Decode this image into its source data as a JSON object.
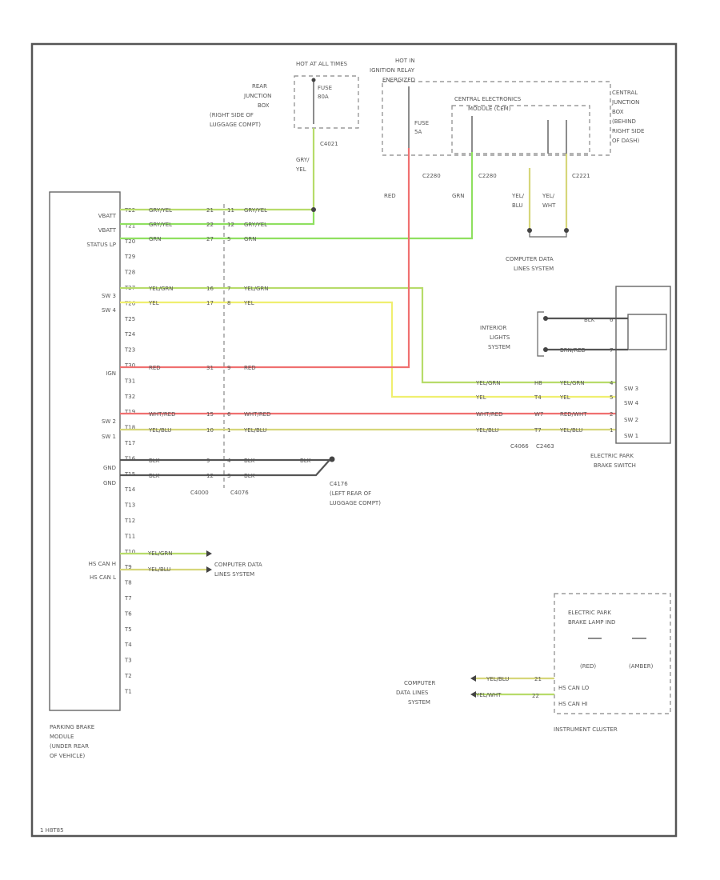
{
  "footer_code": "1 H8T85",
  "power": {
    "hot_at_all_times": "HOT AT ALL TIMES",
    "fuse_label_1": "FUSE",
    "fuse_rating_1": "80A",
    "rear_junction_box": [
      "REAR",
      "JUNCTION",
      "BOX",
      "(RIGHT SIDE OF",
      "LUGGAGE COMPT)"
    ],
    "connector_c4021": "C4021",
    "wire_gryel": [
      "GRY/",
      "YEL"
    ],
    "hot_in_ignition": [
      "HOT IN",
      "IGNITION RELAY",
      "ENERGIZED"
    ],
    "fuse_label_2": "FUSE",
    "fuse_rating_2": "5A",
    "wire_red": "RED",
    "wire_grn": "GRN",
    "connector_c2280a": "C2280",
    "connector_c2280b": "C2280",
    "connector_c2221": "C2221",
    "cem": [
      "CENTRAL ELECTRONICS",
      "MODULE (CEM)"
    ],
    "cjb": [
      "CENTRAL",
      "JUNCTION",
      "BOX",
      "(BEHIND",
      "RIGHT SIDE",
      "OF DASH)"
    ],
    "wire_yel_blu": [
      "YEL/",
      "BLU"
    ],
    "wire_yel_wht": [
      "YEL/",
      "WHT"
    ],
    "computer_data_lines_top": [
      "COMPUTER DATA",
      "LINES SYSTEM"
    ]
  },
  "module": {
    "label_lines": [
      "PARKING BRAKE",
      "MODULE",
      "(UNDER REAR",
      "OF VEHICLE)"
    ],
    "pin_labels": [
      "VBATT",
      "VBATT",
      "STATUS LP",
      "SW 3",
      "SW 4",
      "IGN",
      "SW 2",
      "SW 1",
      "GND",
      "GND",
      "HS CAN H",
      "HS CAN L"
    ],
    "pins": [
      "T22",
      "T21",
      "T20",
      "T29",
      "T28",
      "T27",
      "T26",
      "T25",
      "T24",
      "T23",
      "T30",
      "T31",
      "T32",
      "T19",
      "T18",
      "T17",
      "T16",
      "T15",
      "T14",
      "T13",
      "T12",
      "T11",
      "T10",
      "T9",
      "T8",
      "T7",
      "T6",
      "T5",
      "T4",
      "T3",
      "T2",
      "T1"
    ]
  },
  "inline_connector": {
    "pins_a": [
      "21",
      "22",
      "27",
      "16",
      "17",
      "31",
      "15",
      "10",
      "9",
      "12"
    ],
    "pins_b": [
      "11",
      "12",
      "5",
      "7",
      "8",
      "9",
      "6",
      "1",
      "4",
      "3"
    ],
    "connector_c4000": "C4000",
    "connector_c4076": "C4076"
  },
  "wires_left": [
    {
      "code": "GRY/YEL",
      "code2": "GRY/YEL"
    },
    {
      "code": "GRY/YEL",
      "code2": "GRY/YEL"
    },
    {
      "code": "GRN",
      "code2": "GRN"
    },
    {
      "code": "YEL/GRN",
      "code2": "YEL/GRN"
    },
    {
      "code": "YEL",
      "code2": "YEL"
    },
    {
      "code": "RED",
      "code2": "RED"
    },
    {
      "code": "WHT/RED",
      "code2": "WHT/RED"
    },
    {
      "code": "YEL/BLU",
      "code2": "YEL/BLU"
    },
    {
      "code": "BLK",
      "code2": "BLK"
    },
    {
      "code": "BLK",
      "code2": "BLK"
    }
  ],
  "ground": {
    "label_g": "BLK",
    "c4076_note": [
      "C4176",
      "(LEFT REAR OF",
      "LUGGAGE COMPT)"
    ]
  },
  "can_wires": {
    "yel_grn": "YEL/GRN",
    "yel_blu": "YEL/BLU",
    "computer_data_lines": [
      "COMPUTER DATA",
      "LINES SYSTEM"
    ]
  },
  "switch": {
    "interior_lights": [
      "INTERIOR",
      "LIGHTS",
      "SYSTEM"
    ],
    "blk_wire": "BLK",
    "brn_red_wire": "BRN/RED",
    "pin_blk": "6",
    "pin_brn": "7",
    "right_labels": [
      "SW 3",
      "SW 4",
      "SW 2",
      "SW 1"
    ],
    "wire_codes_left": [
      "YEL/GRN",
      "YEL",
      "WHT/RED",
      "YEL/BLU"
    ],
    "wire_codes_right": [
      "YEL/GRN",
      "YEL",
      "RED/WHT",
      "YEL/BLU"
    ],
    "pins_l": [
      "H8",
      "T4",
      "W7",
      "T7"
    ],
    "pins_r": [
      "4",
      "5",
      "2",
      "1"
    ],
    "connector_c4066": "C4066",
    "connector_c2463": "C2463",
    "epb_switch": [
      "ELECTRIC PARK",
      "BRAKE SWITCH"
    ]
  },
  "cluster": {
    "lamp_ind": [
      "ELECTRIC PARK",
      "BRAKE LAMP IND"
    ],
    "red_label": "(RED)",
    "amber_label": "(AMBER)",
    "hs_can_lo": "HS CAN LO",
    "hs_can_hi": "HS CAN HI",
    "wire_yel_blu": "YEL/BLU",
    "wire_yel_wht": "YEL/WHT",
    "pin_21": "21",
    "pin_22": "22",
    "computer_data_lines": [
      "COMPUTER",
      "DATA LINES",
      "SYSTEM"
    ],
    "title": "INSTRUMENT CLUSTER"
  }
}
